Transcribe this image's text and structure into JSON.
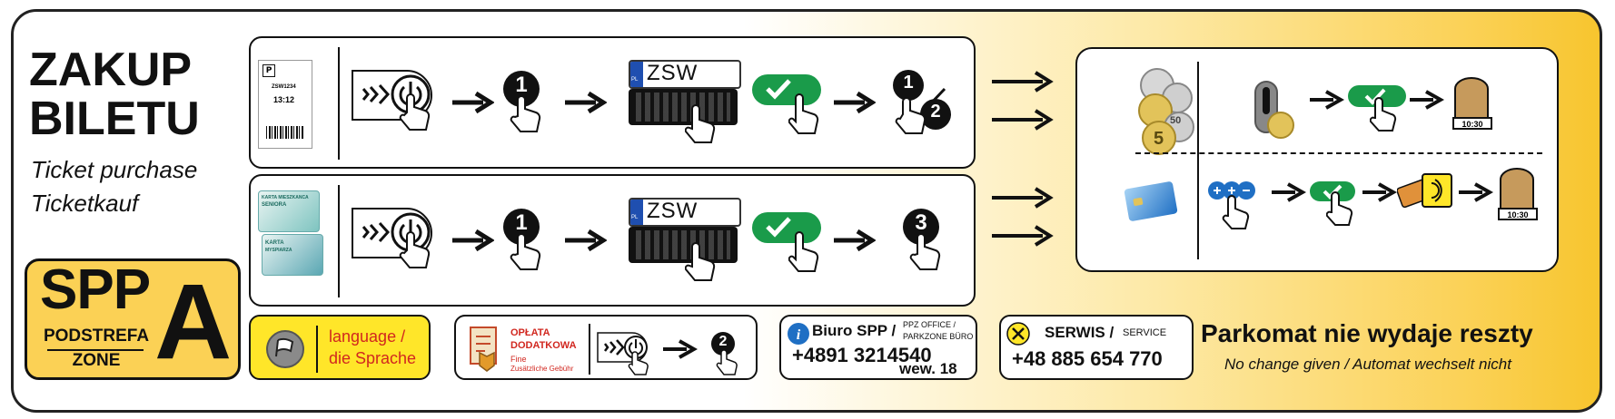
{
  "title": {
    "line1": "ZAKUP",
    "line2": "BILETU",
    "sub_en": "Ticket purchase",
    "sub_de": "Ticketkauf"
  },
  "badge": {
    "spp": "SPP",
    "letter": "A",
    "podstrefa": "PODSTREFA",
    "zone": "ZONE"
  },
  "plate": {
    "text": "ZSW 1234",
    "country": "PL"
  },
  "ticket_card": {
    "time": "13:12",
    "code": "ZSW1234"
  },
  "senior_card": {
    "line1": "KARTA MIESZKANCA",
    "line2": "SENIORA",
    "line3": "KARTA",
    "line4": "MYSPIARZA"
  },
  "steps": {
    "one": "1",
    "two": "2",
    "three": "3"
  },
  "receipt": {
    "time": "10:30"
  },
  "coin_labels": [
    "5",
    "50"
  ],
  "language": {
    "line1": "language /",
    "line2": "die Sprache"
  },
  "fine": {
    "line1": "OPŁATA",
    "line2": "DODATKOWA",
    "line3": "Fine",
    "line4": "Zusätzliche Gebühr",
    "step": "2"
  },
  "office": {
    "title": "Biuro SPP /",
    "sub1": "PPZ OFFICE /",
    "sub2": "PARKZONE BÜRO",
    "phone": "+4891 3214540",
    "ext": "wew. 18"
  },
  "service": {
    "title": "SERWIS /",
    "sub": "SERVICE",
    "phone": "+48 885 654 770"
  },
  "nochange": {
    "title": "Parkomat nie wydaje reszty",
    "sub": "No change given / Automat wechselt nicht"
  },
  "colors": {
    "green": "#1a9b4a",
    "yellow": "#ffe629",
    "gold": "#f7c52e",
    "red": "#d1271f",
    "blue": "#1f6fc4"
  }
}
